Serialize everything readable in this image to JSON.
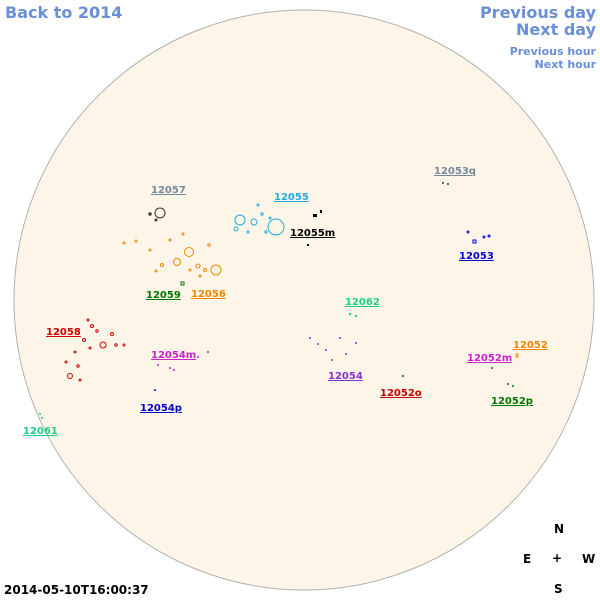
{
  "nav": {
    "back": "Back to 2014",
    "previous_day": "Previous day",
    "next_day": "Next day",
    "previous_hour": "Previous hour",
    "next_hour": "Next hour"
  },
  "colors": {
    "disk_fill": "#fdf6e8",
    "disk_stroke": "#b0b0b0",
    "nav": "#6a8fd8"
  },
  "regions": [
    {
      "id": "r12057",
      "label": "12057",
      "color": "#778899"
    },
    {
      "id": "r12055",
      "label": "12055",
      "color": "#22aadd"
    },
    {
      "id": "r12055m",
      "label": "12055m",
      "color": "#000000"
    },
    {
      "id": "r12053q",
      "label": "12053q",
      "color": "#778899"
    },
    {
      "id": "r12053",
      "label": "12053",
      "color": "#0000cc"
    },
    {
      "id": "r12059",
      "label": "12059",
      "color": "#007700"
    },
    {
      "id": "r12056",
      "label": "12056",
      "color": "#ee8800"
    },
    {
      "id": "r12062",
      "label": "12062",
      "color": "#22cc88"
    },
    {
      "id": "r12058",
      "label": "12058",
      "color": "#cc0000"
    },
    {
      "id": "r12054m",
      "label": "12054m",
      "color": "#cc22cc"
    },
    {
      "id": "r12054",
      "label": "12054",
      "color": "#8833cc"
    },
    {
      "id": "r12052",
      "label": "12052",
      "color": "#ee8800"
    },
    {
      "id": "r12052m",
      "label": "12052m",
      "color": "#cc22cc"
    },
    {
      "id": "r12052o",
      "label": "12052o",
      "color": "#cc0000"
    },
    {
      "id": "r12052p",
      "label": "12052p",
      "color": "#007700"
    },
    {
      "id": "r12054p",
      "label": "12054p",
      "color": "#0000cc"
    },
    {
      "id": "r12061",
      "label": "12061",
      "color": "#22cc88"
    }
  ],
  "compass": {
    "n": "N",
    "e": "E",
    "center": "+",
    "w": "W",
    "s": "S"
  },
  "timestamp": "2014-05-10T16:00:37"
}
